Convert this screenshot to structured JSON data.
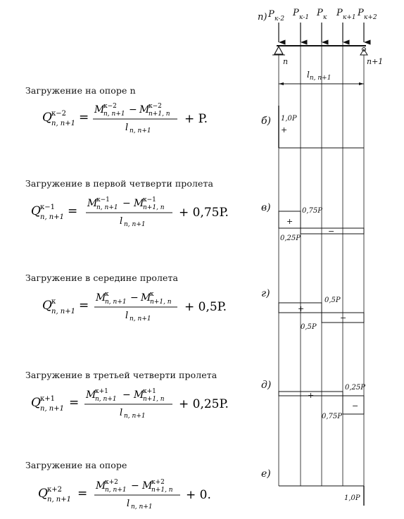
{
  "cases": [
    {
      "caption": "Загружение на опоре n",
      "sup": "к−2",
      "numA_sup": "к−2",
      "numB_sup": "к−2",
      "tail": "+ P."
    },
    {
      "caption": "Загружение в первой четверти пролета",
      "sup": "к−1",
      "numA_sup": "к−1",
      "numB_sup": "к−1",
      "tail": "+ 0,75P."
    },
    {
      "caption": "Загружение в середине пролета",
      "sup": "к",
      "numA_sup": "к",
      "numB_sup": "к",
      "tail": "+ 0,5P."
    },
    {
      "caption": "Загружение в третьей четверти пролета",
      "sup": "к+1",
      "numA_sup": "к+1",
      "numB_sup": "к+1",
      "tail": "+ 0,25P."
    },
    {
      "caption": "Загружение на опоре",
      "sup": "к+2",
      "numA_sup": "к+2",
      "numB_sup": "к+2",
      "tail": "+ 0."
    }
  ],
  "diagram": {
    "header_label": "п)",
    "loads": [
      "P к-2",
      "P к-1",
      "P к",
      "P к+1",
      "P к+2"
    ],
    "support_left": "n",
    "support_right": "n+1",
    "span_label": "l n, n+1",
    "panels": [
      {
        "letter": "б)",
        "values": [
          "1,0P"
        ],
        "signs": [
          "+"
        ]
      },
      {
        "letter": "в)",
        "values": [
          "0,75P",
          "0,25P"
        ],
        "signs": [
          "+",
          "−"
        ]
      },
      {
        "letter": "г)",
        "values": [
          "0,5P",
          "0,5P"
        ],
        "signs": [
          "+",
          "−"
        ]
      },
      {
        "letter": "д)",
        "values": [
          "0,25P",
          "0,75P"
        ],
        "signs": [
          "+",
          "−"
        ]
      },
      {
        "letter": "е)",
        "values": [
          "1,0P"
        ],
        "signs": []
      }
    ]
  }
}
